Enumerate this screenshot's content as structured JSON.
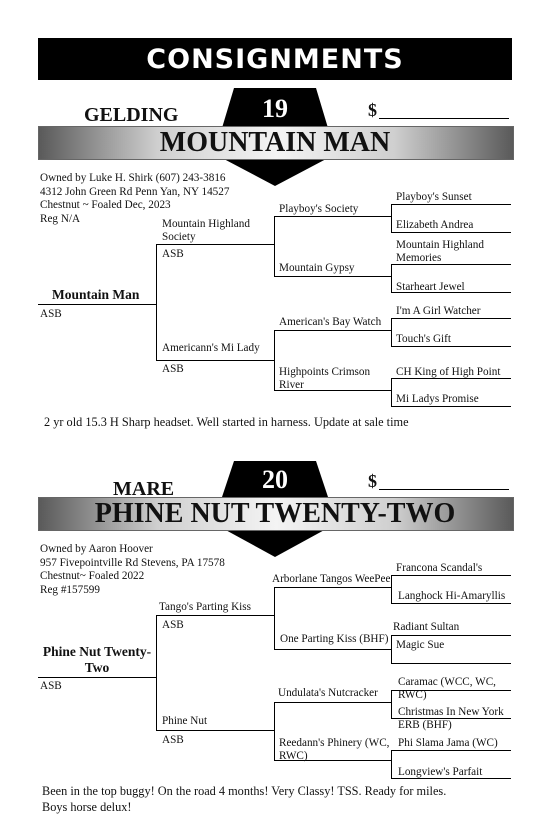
{
  "header": {
    "title": "CONSIGNMENTS"
  },
  "lots": [
    {
      "lot_number": "19",
      "sex": "GELDING",
      "price_label": "$",
      "name": "MOUNTAIN MAN",
      "owner_lines": [
        "Owned by Luke H. Shirk (607) 243-3816",
        "4312 John Green Rd Penn Yan, NY 14527",
        "Chestnut ~ Foaled Dec, 2023",
        "Reg N/A"
      ],
      "pedigree": {
        "subject": "Mountain Man",
        "subject_reg": "ASB",
        "sire": "Mountain Highland Society",
        "sire_reg": "ASB",
        "dam": "Americann's Mi Lady",
        "dam_reg": "ASB",
        "ss": "Playboy's Society",
        "sd": "Mountain Gypsy",
        "ds": "American's Bay Watch",
        "dd": "Highpoints Crimson River",
        "sss": "Playboy's Sunset",
        "ssd": "Elizabeth Andrea",
        "sds": "Mountain Highland Memories",
        "sdd": "Starheart Jewel",
        "dss": "I'm A Girl Watcher",
        "dsd": "Touch's Gift",
        "dds": "CH King of High Point",
        "ddd": "Mi Ladys Promise"
      },
      "notes": "2 yr old 15.3 H Sharp headset. Well started in harness. Update at sale time"
    },
    {
      "lot_number": "20",
      "sex": "MARE",
      "price_label": "$",
      "name": "PHINE NUT TWENTY-TWO",
      "owner_lines": [
        "Owned by Aaron Hoover",
        "957 Fivepointville Rd Stevens, PA 17578",
        "Chestnut~ Foaled 2022",
        "Reg #157599"
      ],
      "pedigree": {
        "subject_line1": "Phine Nut Twenty-",
        "subject_line2": "Two",
        "subject_reg": "ASB",
        "sire": "Tango's Parting Kiss",
        "sire_reg": "ASB",
        "dam": "Phine Nut",
        "dam_reg": "ASB",
        "ss": "Arborlane Tangos WeePee",
        "sd": "One Parting Kiss (BHF)",
        "ds": "Undulata's Nutcracker",
        "dd": "Reedann's Phinery (WC, RWC)",
        "sss": "Francona Scandal's",
        "ssd": "Langhock Hi-Amaryllis",
        "sds": "Radiant Sultan",
        "sdd": "Magic Sue",
        "dss": "Caramac (WCC, WC, RWC)",
        "dsd": "Christmas In New York ERB (BHF)",
        "dds": "Phi Slama Jama (WC)",
        "ddd": "Longview's Parfait"
      },
      "notes_line1": "Been in the top  buggy! On the road 4 months! Very Classy! TSS. Ready for miles.",
      "notes_line2": "Boys horse delux!"
    }
  ],
  "colors": {
    "header_bg": "#000000",
    "badge": "#000000",
    "band_dark": "#5a5a5a",
    "band_light": "#f4f4f4"
  }
}
